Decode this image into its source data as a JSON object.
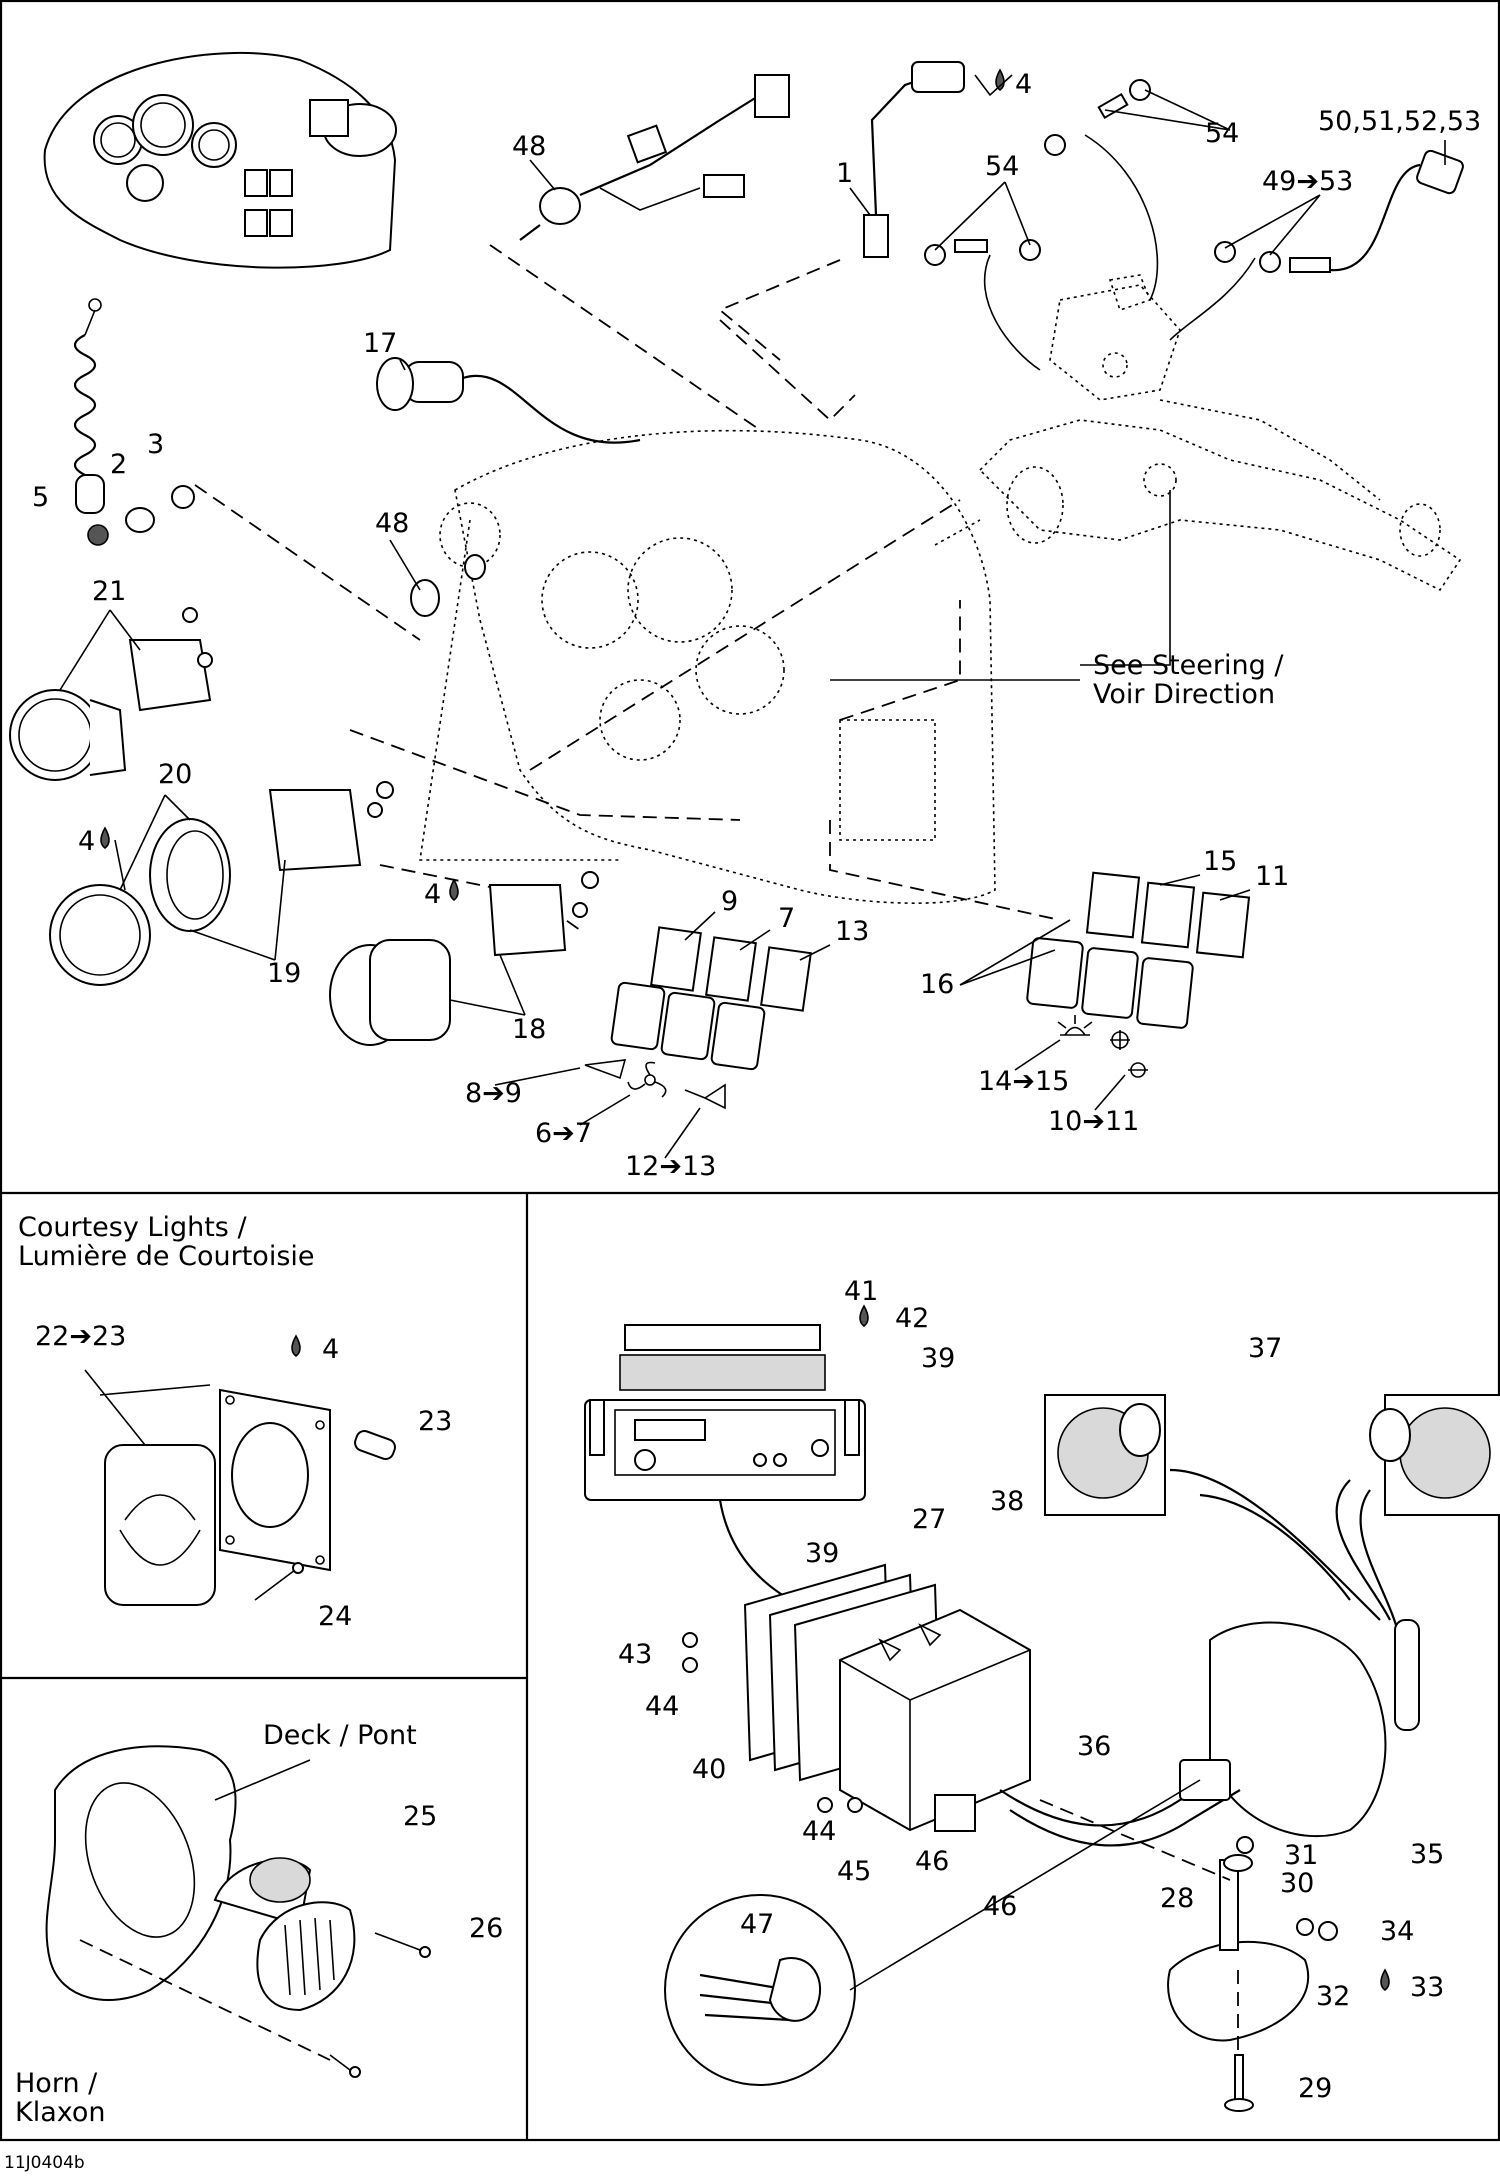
{
  "diagram_code": "11J0404b",
  "panels": {
    "courtesy": {
      "title_line1": "Courtesy Lights /",
      "title_line2": "Lumière de Courtoisie"
    },
    "horn": {
      "title_line1": "Horn /",
      "title_line2": "Klaxon",
      "deck_label": "Deck / Pont"
    },
    "steering": {
      "line1": "See  Steering /",
      "line2": "Voir Direction"
    }
  },
  "callouts": {
    "c1": "1",
    "c2": "2",
    "c3": "3",
    "c4a": "4",
    "c4b": "4",
    "c4c": "4",
    "c4d": "4",
    "c5": "5",
    "c7": "7",
    "c9": "9",
    "c11": "11",
    "c13": "13",
    "c15": "15",
    "c16": "16",
    "c17": "17",
    "c18": "18",
    "c19": "19",
    "c20": "20",
    "c21": "21",
    "c23": "23",
    "c24": "24",
    "c25": "25",
    "c26": "26",
    "c27": "27",
    "c28": "28",
    "c29": "29",
    "c30": "30",
    "c31": "31",
    "c32": "32",
    "c33": "33",
    "c34": "34",
    "c35": "35",
    "c36": "36",
    "c37": "37",
    "c38": "38",
    "c39a": "39",
    "c39b": "39",
    "c40": "40",
    "c41": "41",
    "c42": "42",
    "c43": "43",
    "c44a": "44",
    "c44b": "44",
    "c45": "45",
    "c46a": "46",
    "c46b": "46",
    "c47": "47",
    "c48a": "48",
    "c48b": "48",
    "c50": "50,51,52,53",
    "c54a": "54",
    "c54b": "54",
    "r8_9": "8➔9",
    "r6_7": "6➔7",
    "r12_13": "12➔13",
    "r14_15": "14➔15",
    "r10_11": "10➔11",
    "r49_53": "49➔53",
    "r22_23": "22➔23"
  },
  "icons": [
    "oil-drop-icon",
    "trim-icon",
    "fan-icon",
    "horn-icon",
    "light-icon",
    "bilge-icon"
  ]
}
